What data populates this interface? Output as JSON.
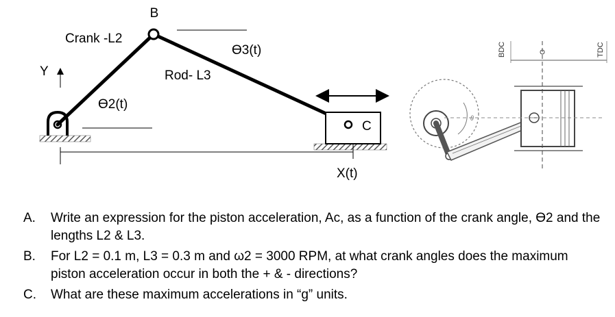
{
  "diagram": {
    "labels": {
      "point_b": "B",
      "crank": "Crank -L2",
      "theta3": "ϴ3(t)",
      "rod": "Rod- L3",
      "y_axis": "Y",
      "theta2": "ϴ2(t)",
      "point_c": "C",
      "x_of_t": "X(t)",
      "bdc": "BDC",
      "tdc": "TDC",
      "theta_small": "θ"
    }
  },
  "questions": [
    {
      "letter": "A.",
      "text": "Write an expression for the piston acceleration, Ac,  as a function of the crank angle, ϴ2 and the lengths L2 & L3."
    },
    {
      "letter": "B.",
      "text": "For L2 = 0.1 m, L3 = 0.3 m and ω2 = 3000 RPM, at what crank angles does the maximum piston acceleration occur in both the + & - directions?"
    },
    {
      "letter": "C.",
      "text": "What are these maximum accelerations in “g” units."
    }
  ]
}
